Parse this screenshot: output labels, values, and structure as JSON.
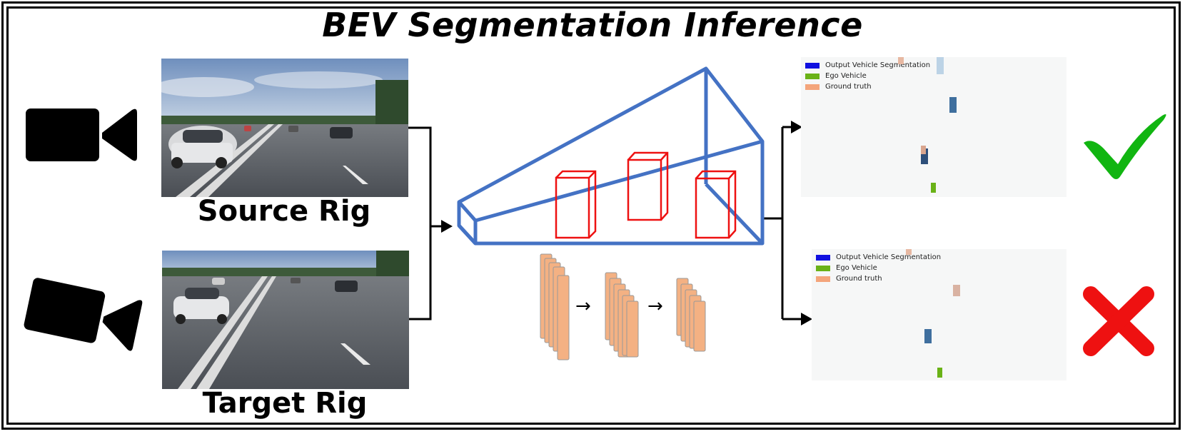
{
  "title": "BEV Segmentation Inference",
  "source_rig": {
    "label": "Source Rig"
  },
  "target_rig": {
    "label": "Target Rig"
  },
  "bev_top": {
    "legend": [
      {
        "label": "Output Vehicle Segmentation",
        "color": "#1010e0"
      },
      {
        "label": "Ego Vehicle",
        "color": "#6ab217"
      },
      {
        "label": "Ground truth",
        "color": "#f4a57b"
      }
    ],
    "result_icon": "checkmark-icon"
  },
  "bev_bottom": {
    "legend": [
      {
        "label": "Output Vehicle Segmentation",
        "color": "#1010e0"
      },
      {
        "label": "Ego Vehicle",
        "color": "#6ab217"
      },
      {
        "label": "Ground truth",
        "color": "#f4a57b"
      }
    ],
    "result_icon": "cross-icon"
  },
  "colors": {
    "frustum": "#4472c4",
    "box3d": "#ee1111",
    "feature_map": "#f4b183",
    "check": "#11b511",
    "cross": "#ee1111"
  },
  "icons": [
    "camera-icon",
    "tilted-camera-icon"
  ]
}
